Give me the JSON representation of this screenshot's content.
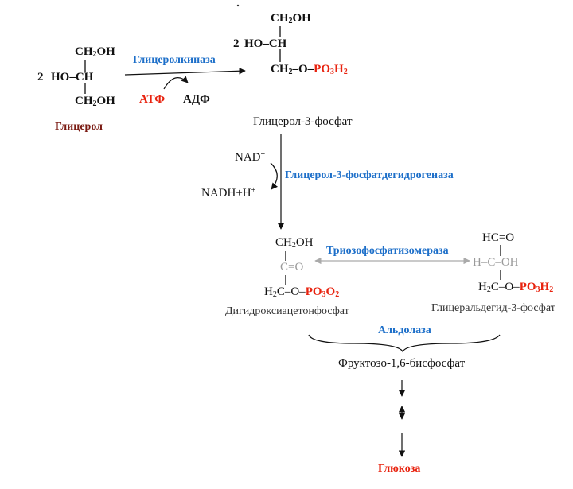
{
  "glycerol": {
    "coef": "2",
    "top": "CH",
    "top_sub": "2",
    "top_tail": "OH",
    "mid": "HO–CH",
    "bottom": "CH",
    "bottom_sub": "2",
    "bottom_tail": "OH",
    "name": "Глицерол"
  },
  "step1": {
    "enzyme": "Глицеролкиназа",
    "atp": "АТФ",
    "adp": "АДФ"
  },
  "g3p": {
    "coef": "2",
    "top": "CH",
    "top_sub": "2",
    "top_tail": "OH",
    "mid": "HO–CH",
    "bottom_a": "CH",
    "bottom_sub": "2",
    "bottom_b": "–O–",
    "po": "PO",
    "po_sub1": "3",
    "po_h": "H",
    "po_sub2": "2",
    "name": "Глицерол-3-фосфат"
  },
  "step2": {
    "nad": "NAD",
    "nad_sup": "+",
    "nadh": "NADH+H",
    "nadh_sup": "+",
    "enzyme": "Глицерол-3-фосфатдегидрогеназа"
  },
  "dhap": {
    "top": "CH",
    "top_sub": "2",
    "top_tail": "OH",
    "mid": "C=O",
    "bottom_a": "H",
    "bottom_sub": "2",
    "bottom_b": "C–O–",
    "po": "PO",
    "po_sub1": "3",
    "po_o": "O",
    "po_sub2": "2",
    "name": "Дигидроксиацетонфосфат"
  },
  "isomerase": "Триозофосфатизомераза",
  "gap": {
    "top": "HC=O",
    "mid": "H–C–OH",
    "bottom_a": "H",
    "bottom_sub": "2",
    "bottom_b": "C–O–",
    "po": "PO",
    "po_sub1": "3",
    "po_h": "H",
    "po_sub2": "2",
    "name": "Глицеральдегид-3-фосфат"
  },
  "aldolase": "Альдолаза",
  "fbp": "Фруктозо-1,6-бисфосфат",
  "glucose": "Глюкоза",
  "colors": {
    "red": "#e8220e",
    "blue": "#1d6fc9",
    "dark_red": "#7a1a12",
    "gray": "#9a9a9a"
  }
}
